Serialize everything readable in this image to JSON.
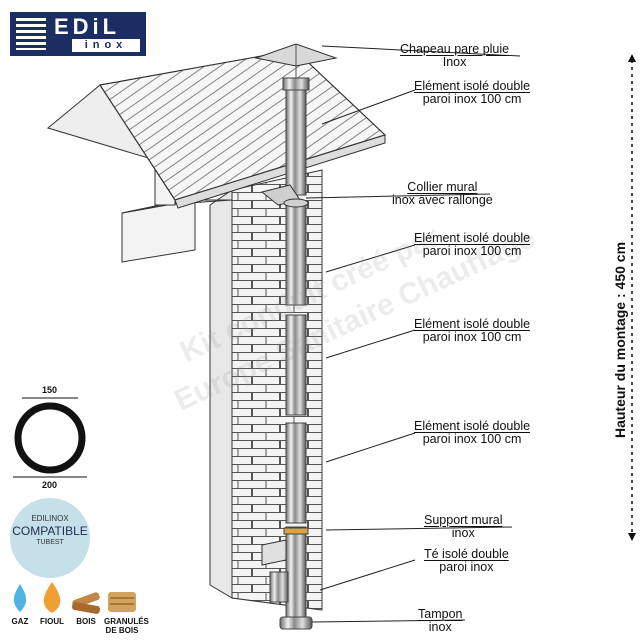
{
  "logo": {
    "brand": "EDiL",
    "sub": "inox"
  },
  "labels": [
    {
      "line1": "Chapeau pare pluie",
      "line2": "Inox"
    },
    {
      "line1": "Elément isolé double",
      "line2": "paroi inox 100 cm"
    },
    {
      "line1": "Collier mural",
      "line2": "inox avec rallonge"
    },
    {
      "line1": "Elément isolé double",
      "line2": "paroi inox 100 cm"
    },
    {
      "line1": "Elément isolé double",
      "line2": "paroi inox 100 cm"
    },
    {
      "line1": "Elément isolé double",
      "line2": "paroi inox 100 cm"
    },
    {
      "line1": "Support mural",
      "line2": "inox"
    },
    {
      "line1": "Té isolé double",
      "line2": "paroi inox"
    },
    {
      "line1": "Tampon",
      "line2": "inox"
    }
  ],
  "height_label": "Hauteur du montage : 450 cm",
  "diameter": {
    "inner": "150",
    "outer": "200"
  },
  "badge": {
    "line1": "EDILINOX",
    "line2": "COMPATIBLE",
    "line3": "TUBEST"
  },
  "fuels": [
    {
      "label": "GAZ",
      "icon": "gas-flame-icon"
    },
    {
      "label": "FIOUL",
      "icon": "oil-drop-icon"
    },
    {
      "label": "BOIS",
      "icon": "wood-logs-icon"
    },
    {
      "label": "GRANULÉS DE BOIS",
      "icon": "wood-pellets-icon"
    }
  ],
  "watermark": {
    "line1": "Kit conduit créé par",
    "line2": "Europe Sanitaire Chauffage"
  },
  "colors": {
    "logo": "#1c2d63",
    "badge": "#c6e0ea",
    "brick": "#f3f3f3",
    "pipe": "#bdbdbd"
  }
}
